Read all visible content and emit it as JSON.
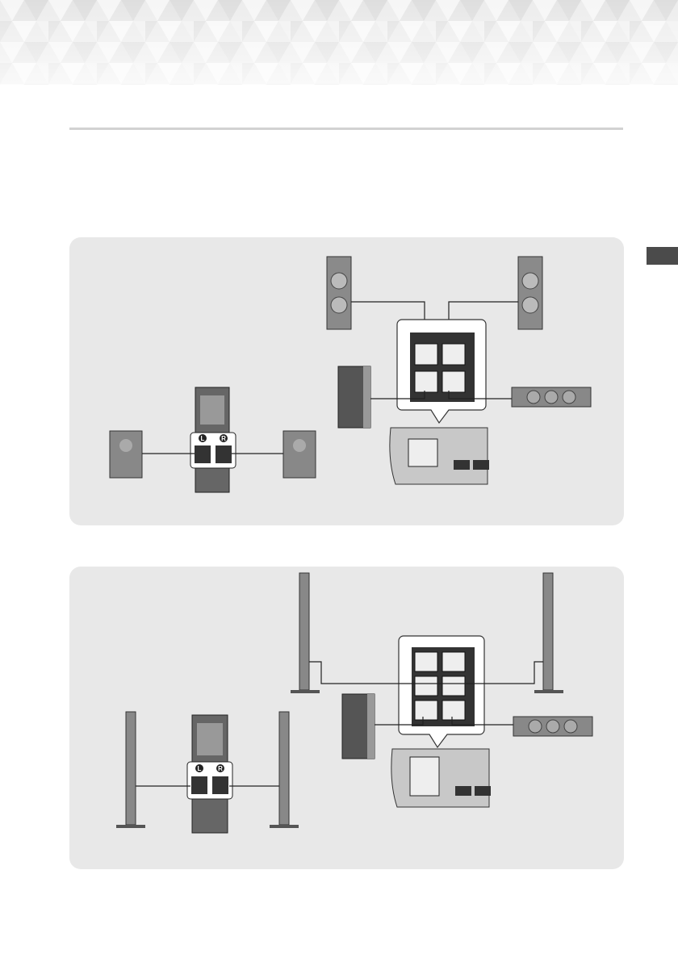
{
  "page": {
    "side_tab_icon": "chapter-tab",
    "colors": {
      "panel": "#e8e8e8",
      "rule": "#d2d2d2",
      "tab": "#4b4b4b"
    }
  },
  "diagram_top": {
    "left_label": "L",
    "right_label": "R"
  },
  "diagram_bottom": {
    "left_label": "L",
    "right_label": "R"
  }
}
